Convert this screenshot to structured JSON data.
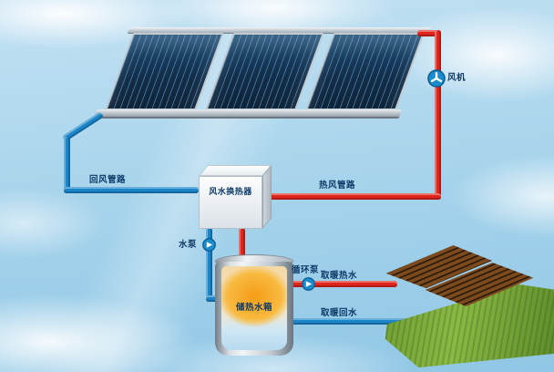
{
  "scene": {
    "type": "solar-air-heating-system-diagram",
    "labels": {
      "fan": "风机",
      "return_air_pipe": "回风管路",
      "hot_air_pipe": "热风管路",
      "heat_exchanger": "风水换热器",
      "water_pump": "水泵",
      "circulation_pump": "循环泵",
      "storage_tank": "储热水箱",
      "heating_supply": "取暖热水",
      "heating_return": "取暖回水"
    },
    "colors": {
      "hot_pipe": "#e0251c",
      "cold_pipe": "#1a85c8",
      "label_text": "#0d3a68",
      "collector_panel": "#122c47",
      "tank_fluid": "#f59c17",
      "grass": "#79a838",
      "wood_panel": "#7c4a1d"
    },
    "components": {
      "solar_collector_count": 3
    }
  }
}
